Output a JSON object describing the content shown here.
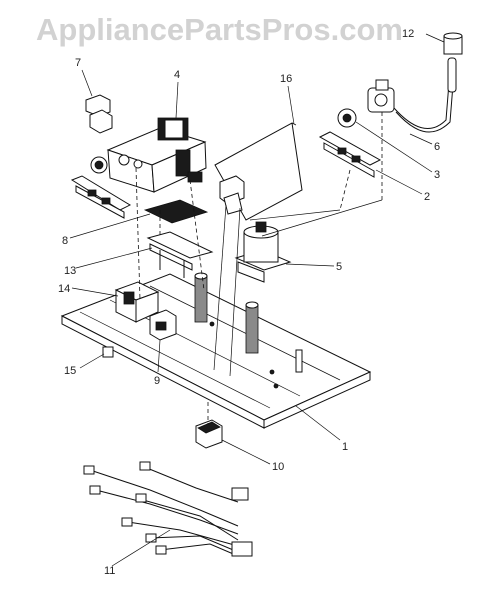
{
  "watermark": "AppliancePartsPros.com",
  "callouts": {
    "p1": "1",
    "p2": "2",
    "p3": "3",
    "p4": "4",
    "p5": "5",
    "p6": "6",
    "p7": "7",
    "p8": "8",
    "p9": "9",
    "p10": "10",
    "p11": "11",
    "p12": "12",
    "p13": "13",
    "p14": "14",
    "p15": "15",
    "p16": "16"
  }
}
